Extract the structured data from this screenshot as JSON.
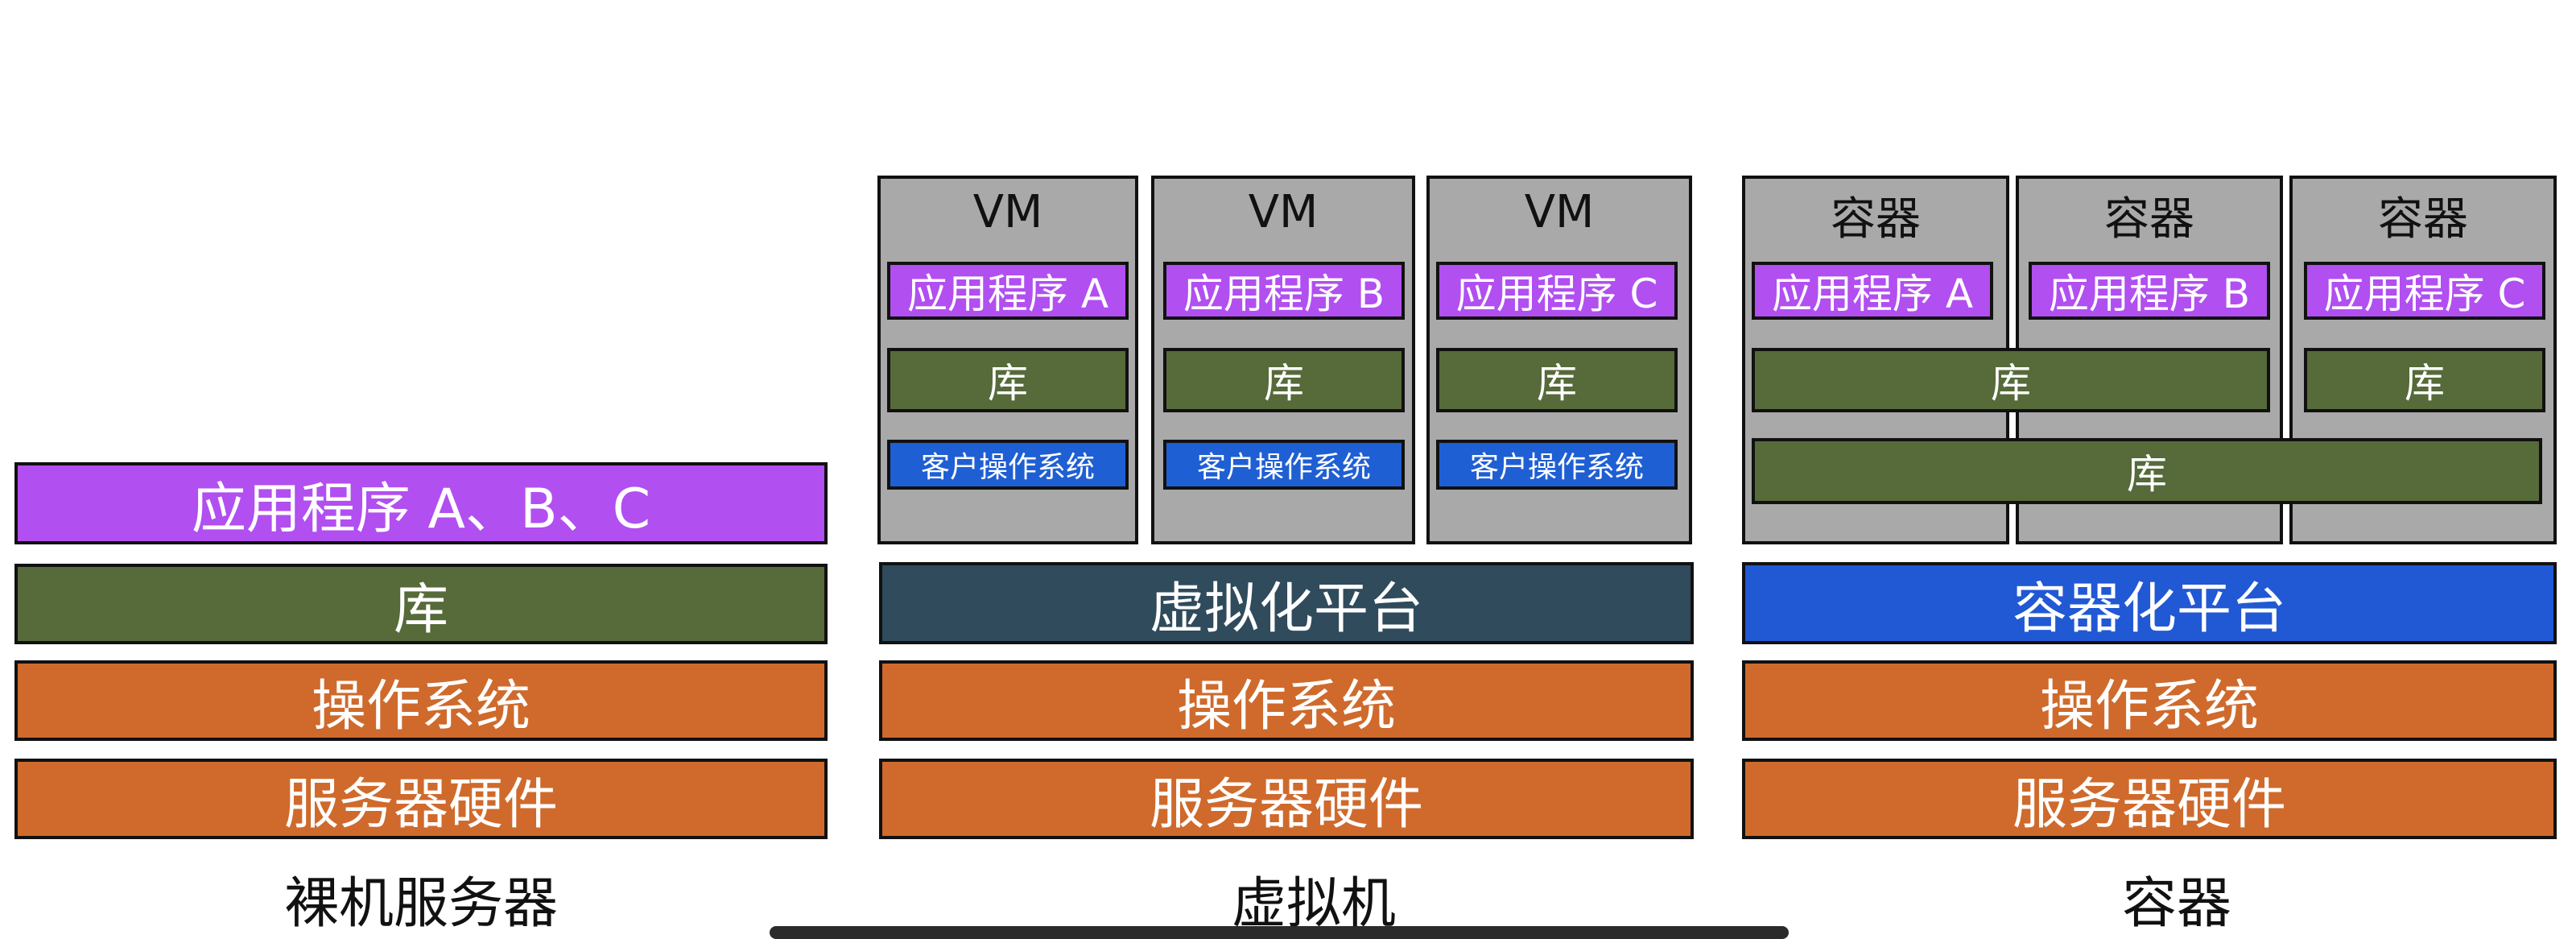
{
  "bare_metal": {
    "apps": "应用程序 A、B、C",
    "lib": "库",
    "os": "操作系统",
    "hw": "服务器硬件",
    "caption": "裸机服务器"
  },
  "vm": {
    "units": [
      {
        "title": "VM",
        "app": "应用程序 A",
        "lib": "库",
        "guest_os": "客户操作系统"
      },
      {
        "title": "VM",
        "app": "应用程序 B",
        "lib": "库",
        "guest_os": "客户操作系统"
      },
      {
        "title": "VM",
        "app": "应用程序 C",
        "lib": "库",
        "guest_os": "客户操作系统"
      }
    ],
    "platform": "虚拟化平台",
    "os": "操作系统",
    "hw": "服务器硬件",
    "caption": "虚拟机"
  },
  "container": {
    "units": [
      {
        "title": "容器",
        "app": "应用程序 A"
      },
      {
        "title": "容器",
        "app": "应用程序 B"
      },
      {
        "title": "容器",
        "app": "应用程序 C"
      }
    ],
    "shared_lib_ab": "库",
    "lib_c": "库",
    "shared_lib_all": "库",
    "platform": "容器化平台",
    "os": "操作系统",
    "hw": "服务器硬件",
    "caption": "容器"
  },
  "colors": {
    "app": "#b14ff0",
    "lib": "#566a3a",
    "os_hw": "#cf6a2c",
    "virt_platform": "#2f4b5c",
    "container_platform": "#2158d4",
    "guest_os": "#1f5fd4",
    "panel": "#a9a9a9"
  }
}
